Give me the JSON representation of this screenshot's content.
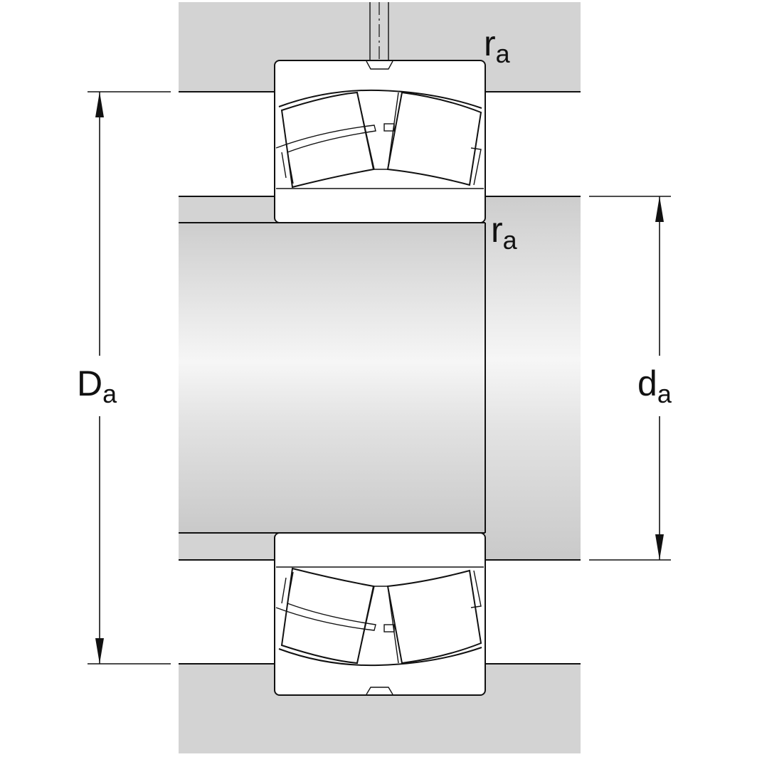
{
  "labels": {
    "Da": {
      "main": "D",
      "sub": "a"
    },
    "da": {
      "main": "d",
      "sub": "a"
    },
    "ra_top": {
      "main": "r",
      "sub": "a"
    },
    "ra_mid": {
      "main": "r",
      "sub": "a"
    }
  },
  "colors": {
    "housing": "#d3d3d3",
    "shaft_dark": "#cfcfcf",
    "shaft_light": "#f5f5f5",
    "line": "#111111",
    "bearing_fill": "#ffffff"
  }
}
